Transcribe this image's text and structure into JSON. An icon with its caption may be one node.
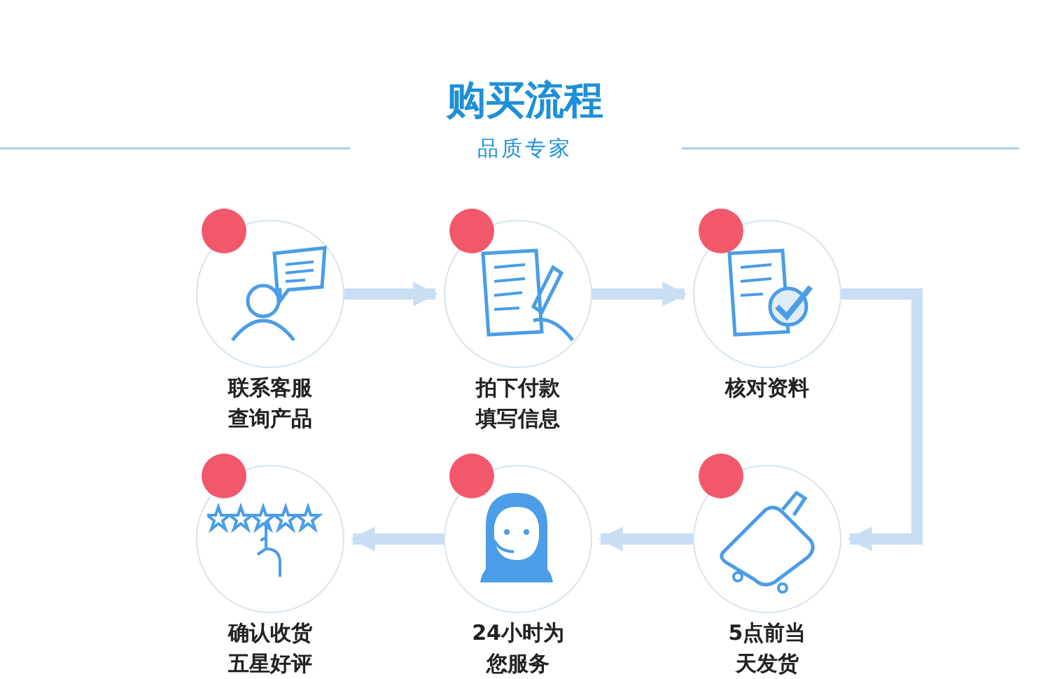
{
  "diagram": {
    "title": "购买流程",
    "nodes": [
      {
        "text": [
          "联系客服查询产品"
        ]
      },
      {
        "text": [
          "拍下付款填写信息"
        ]
      },
      {
        "text": [
          "核对资料"
        ]
      },
      {
        "text": [
          "确认收货五星好评"
        ]
      },
      {
        "text": [
          "24小时为您服务"
        ]
      },
      {
        "text": [
          "5点前当天发货"
        ]
      }
    ],
    "edges": [
      {
        "from": 0,
        "to": 1,
        "arrow": "to"
      },
      {
        "from": 1,
        "to": 2,
        "arrow": "to"
      },
      {
        "from": 2,
        "to": 5,
        "arrow": "to"
      },
      {
        "from": 5,
        "to": 4,
        "arrow": "to"
      },
      {
        "from": 4,
        "to": 3,
        "arrow": "to"
      }
    ],
    "labels": [
      "品质专家"
    ]
  }
}
